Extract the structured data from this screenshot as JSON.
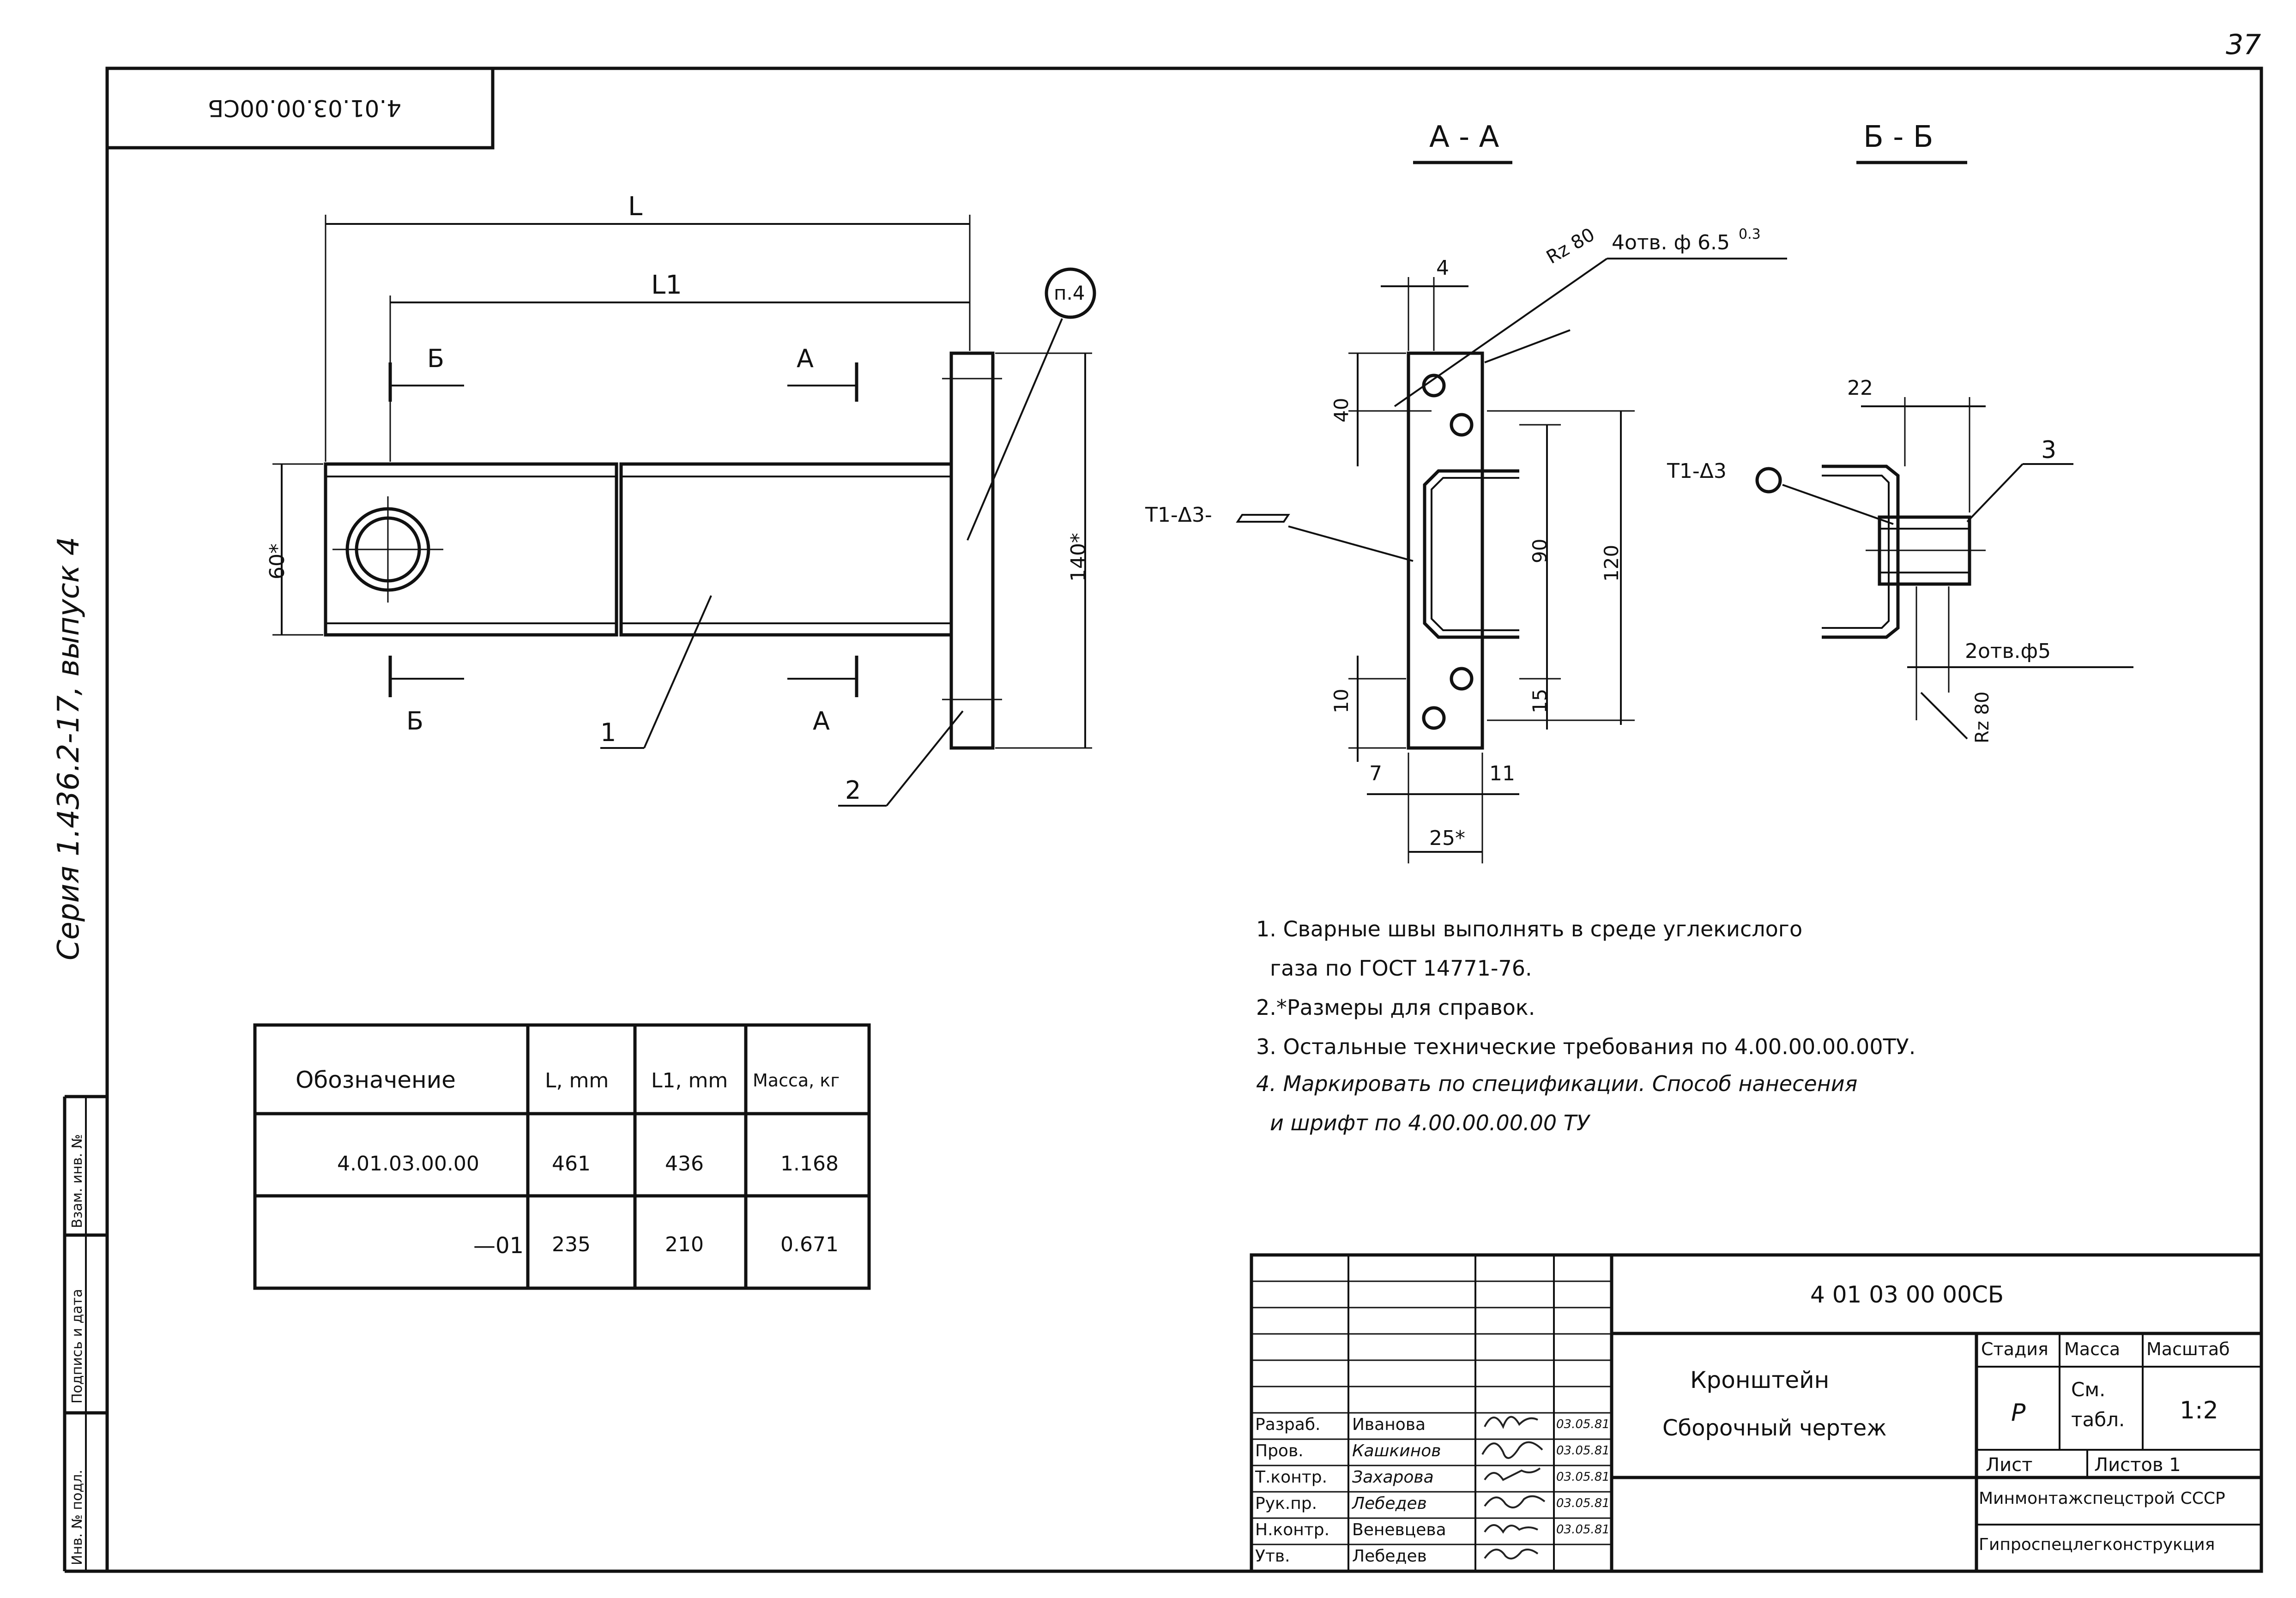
{
  "page_number": "37",
  "stamp_rotated": "4.01.03.00.00СБ",
  "side_series": "Серия 1.436.2-17, выпуск 4",
  "view_plan": {
    "L": "L",
    "L1": "L1",
    "B_label": "Б",
    "A_label": "А",
    "dim_60": "60*",
    "dim_140": "140*",
    "callout_p4": "п.4",
    "pos_1": "1",
    "pos_2": "2"
  },
  "section_aa": {
    "title": "А - А",
    "rz": "Rz 80",
    "holes": "4отв. ф 6.5",
    "tol": "0.3",
    "dim_4": "4",
    "dim_40": "40",
    "dim_90": "90",
    "dim_120": "120",
    "dim_10": "10",
    "dim_15": "15",
    "dim_7": "7",
    "dim_11": "11",
    "dim_25": "25*",
    "weld": "Т1-Δ3-"
  },
  "section_bb": {
    "title": "Б - Б",
    "dim_22": "22",
    "pos_3": "3",
    "weld": "Т1-Δ3",
    "holes": "2отв.ф5",
    "rz": "Rz 80"
  },
  "notes": [
    "1. Сварные швы выполнять в среде углекислого",
    "газа по ГОСТ 14771-76.",
    "2.*Размеры для справок.",
    "3. Остальные технические требования по 4.00.00.00.00ТУ.",
    "4. Маркировать по спецификации. Способ нанесения",
    "и шрифт по 4.00.00.00.00 ТУ"
  ],
  "table": {
    "headers": [
      "Обозначение",
      "L, mm",
      "L1, mm",
      "Масса, кг"
    ],
    "rows": [
      [
        "4.01.03.00.00",
        "461",
        "436",
        "1.168"
      ],
      [
        "—01",
        "235",
        "210",
        "0.671"
      ]
    ]
  },
  "left_strip": [
    "Инв. № подл.",
    "Подпись и дата",
    "Взам. инв. №"
  ],
  "title_block": {
    "code": "4 01 03 00 00СБ",
    "name_1": "Кронштейн",
    "name_2": "Сборочный чертеж",
    "stage_h": "Стадия",
    "mass_h": "Масса",
    "scale_h": "Масштаб",
    "stage": "Р",
    "mass_1": "См.",
    "mass_2": "табл.",
    "scale": "1:2",
    "sheet": "Лист",
    "sheets": "Листов 1",
    "org_1": "Минмонтажспецстрой СССР",
    "org_2": "Гипроспецлегконструкция",
    "roles": [
      "Разраб.",
      "Пров.",
      "Т.контр.",
      "Рук.пр.",
      "Н.контр.",
      "Утв."
    ],
    "names": [
      "Иванова",
      "Кашкинов",
      "Захарова",
      "Лебедев",
      "Веневцева",
      "Лебедев"
    ],
    "dates": [
      "03.05.81",
      "03.05.81",
      "03.05.81",
      "03.05.81",
      "03.05.81",
      ""
    ]
  }
}
